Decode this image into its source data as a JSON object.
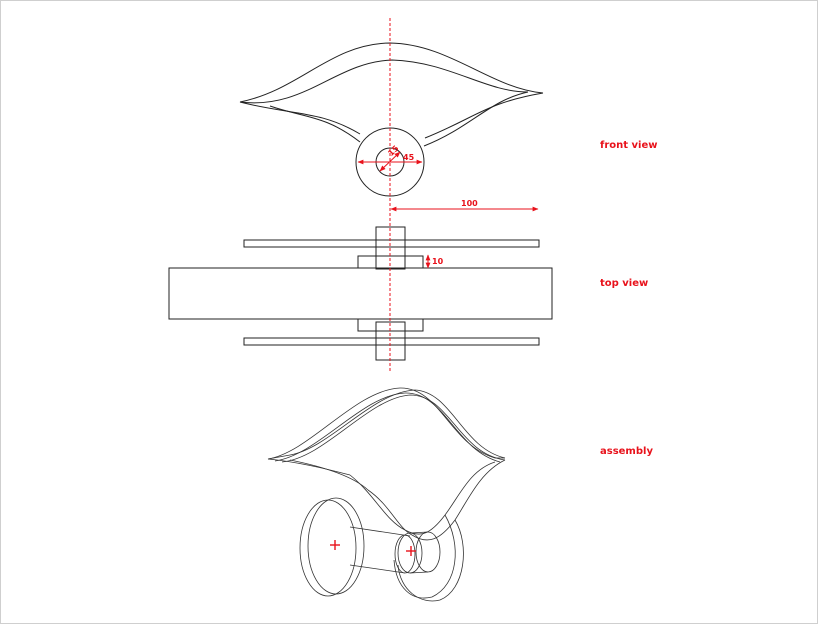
{
  "labels": {
    "front_view": "front view",
    "top_view": "top view",
    "assembly": "assembly"
  },
  "dimensions": {
    "length": "100",
    "offset": "10",
    "inner_diameter": "15",
    "outer_diameter": "45"
  },
  "colors": {
    "annotation": "#e8121b",
    "line": "#222222",
    "frame_border": "#cfcfcf",
    "background": "#ffffff"
  }
}
